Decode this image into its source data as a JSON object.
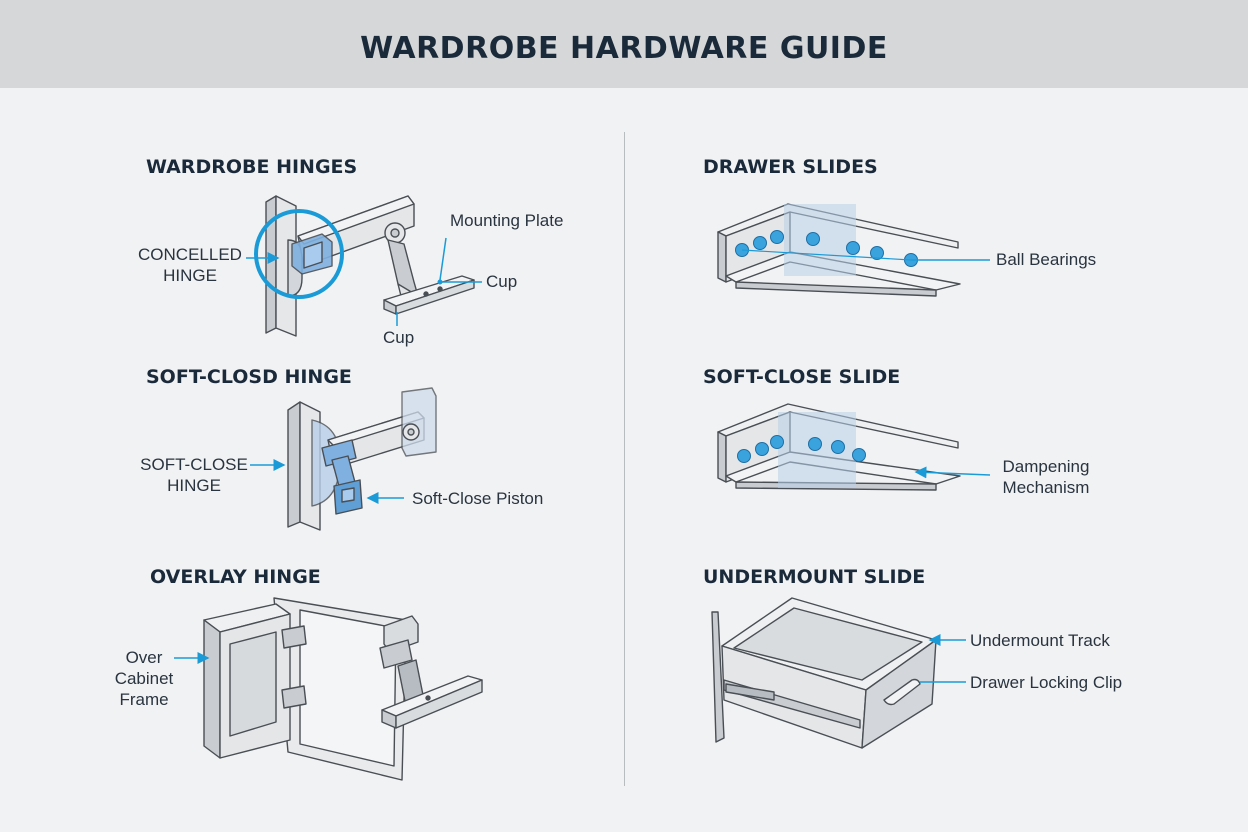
{
  "title": "WARDROBE HARDWARE GUIDE",
  "left_column": {
    "wardrobe_hinges": {
      "heading": "WARDROBE HINGES",
      "label_concealed": "CONCELLED\nHINGE",
      "label_mounting_plate": "Mounting Plate",
      "label_cup_right": "Cup",
      "label_cup_bottom": "Cup"
    },
    "soft_close_hinge": {
      "heading": "SOFT-CLOSD HINGE",
      "label_soft_close_hinge": "SOFT-CLOSE\nHINGE",
      "label_piston": "Soft-Close Piston"
    },
    "overlay_hinge": {
      "heading": "OVERLAY HINGE",
      "label_frame": "Over\nCabinet\nFrame"
    }
  },
  "right_column": {
    "drawer_slides": {
      "heading": "DRAWER SLIDES",
      "label_bearings": "Ball Bearings"
    },
    "soft_close_slide": {
      "heading": "SOFT-CLOSE SLIDE",
      "label_dampening": "Dampening\nMechanism"
    },
    "undermount_slide": {
      "heading": "UNDERMOUNT SLIDE",
      "label_track": "Undermount Track",
      "label_clip": "Drawer Locking Clip"
    }
  },
  "colors": {
    "header_bg": "#d6d7d8",
    "page_bg": "#f1f2f3",
    "accent_blue": "#1a9bd8",
    "metal_light": "#e4e6e8",
    "metal_mid": "#c9ccd0",
    "outline": "#4a4f55",
    "highlight": "#7fb0e0"
  },
  "icons": [
    "concealed-hinge-drawing",
    "soft-close-hinge-drawing",
    "overlay-hinge-drawing",
    "drawer-slide-drawing",
    "soft-close-slide-drawing",
    "undermount-drawer-drawing"
  ]
}
